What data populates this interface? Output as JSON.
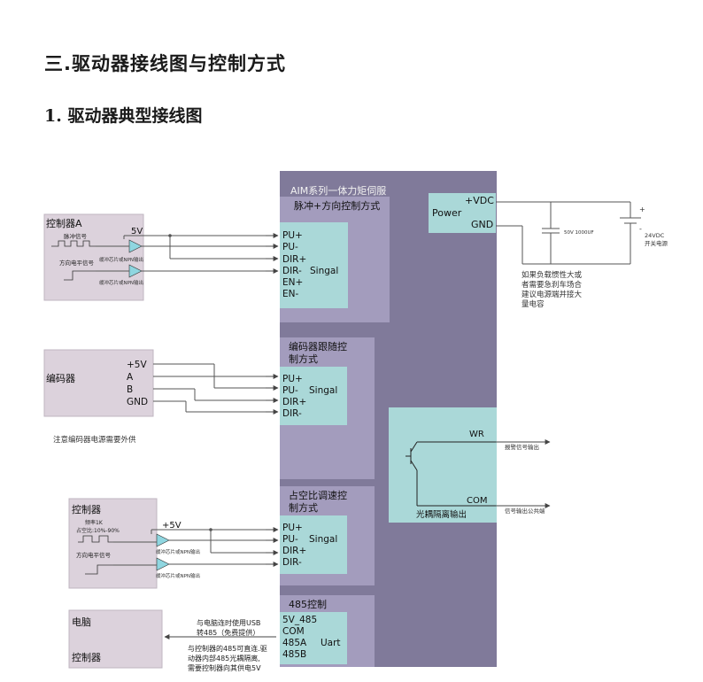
{
  "headings": {
    "section": "三.驱动器接线图与控制方式",
    "subsection": "1. 驱动器典型接线图"
  },
  "main": {
    "title": "AIM系列一体力矩伺服",
    "pulse_group": {
      "title": "脉冲+方向控制方式",
      "pins": [
        "PU+",
        "PU-",
        "DIR+",
        "DIR-",
        "EN+",
        "EN-"
      ],
      "label": "Singal"
    },
    "encoder_group": {
      "title_line1": "编码器跟随控",
      "title_line2": "制方式",
      "pins": [
        "PU+",
        "PU-",
        "DIR+",
        "DIR-"
      ],
      "label": "Singal"
    },
    "pwm_group": {
      "title_line1": "占空比调速控",
      "title_line2": "制方式",
      "pins": [
        "PU+",
        "PU-",
        "DIR+",
        "DIR-"
      ],
      "label": "Singal"
    },
    "rs485_group": {
      "title": "485控制",
      "pins": [
        "5V_485",
        "COM",
        "485A",
        "485B"
      ],
      "label": "Uart"
    },
    "power": {
      "label": "Power",
      "vdc": "+VDC",
      "gnd": "GND"
    },
    "output": {
      "wr": "WR",
      "com": "COM",
      "label": "光耦隔离输出"
    }
  },
  "controller_a": {
    "title": "控制器A",
    "v5": "5V",
    "pulse_signal": "脉冲信号",
    "dir_signal": "方向电平信号",
    "buffer1": "缓冲芯片或NPN输出",
    "buffer2": "缓冲芯片或NPN输出"
  },
  "encoder_src": {
    "title": "编码器",
    "pins": [
      "+5V",
      "A",
      "B",
      "GND"
    ],
    "note": "注意编码器电源需要外供"
  },
  "controller_b": {
    "title": "控制器",
    "freq1": "频率1K",
    "duty": "占空比:10%-90%",
    "v5": "+5V",
    "dir_signal": "方向电平信号",
    "buffer1": "缓冲芯片或NPN输出",
    "buffer2": "缓冲芯片或NPN输出"
  },
  "pc": {
    "title1": "电脑",
    "title2": "控制器",
    "usb_note1": "与电脑连时使用USB",
    "usb_note2": "转485（免费提供）",
    "ctrl_note1": "与控制器的485可直连.驱",
    "ctrl_note2": "动器内部485光耦隔离,",
    "ctrl_note3": "需要控制器向其供电5V"
  },
  "supply": {
    "cap": "50V 1000UF",
    "psu_line1": "24VDC",
    "psu_line2": "开关电源",
    "plus": "+",
    "minus": "-",
    "note1": "如果负载惯性大或",
    "note2": "者需要急刹车场合",
    "note3": "建议电源端并接大",
    "note4": "量电容"
  },
  "alarm": {
    "wr_out": "报警信号输出",
    "com_out": "信号输出公共端"
  }
}
